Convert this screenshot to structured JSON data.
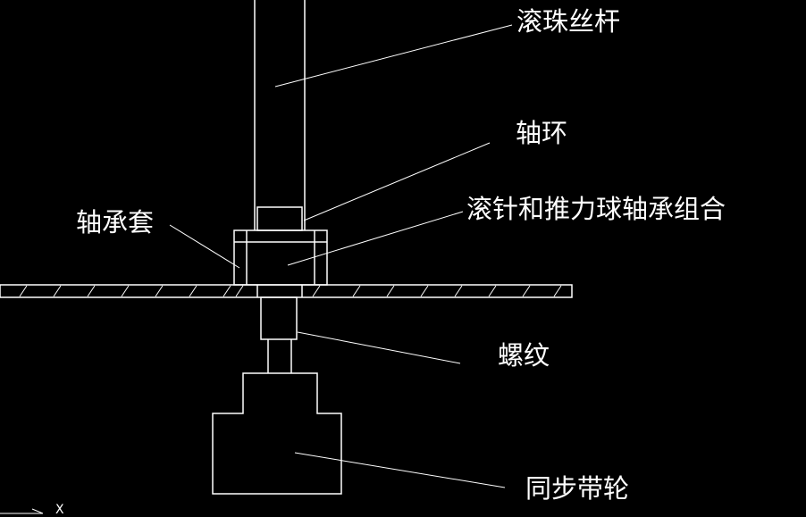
{
  "diagram": {
    "background_color": "#000000",
    "line_color": "#ffffff",
    "labels": {
      "ball_screw": "滚珠丝杆",
      "shaft_collar": "轴环",
      "bearing_sleeve": "轴承套",
      "bearing_combo": "滚针和推力球轴承组合",
      "thread": "螺纹",
      "timing_pulley": "同步带轮"
    },
    "axis_label": "X"
  }
}
